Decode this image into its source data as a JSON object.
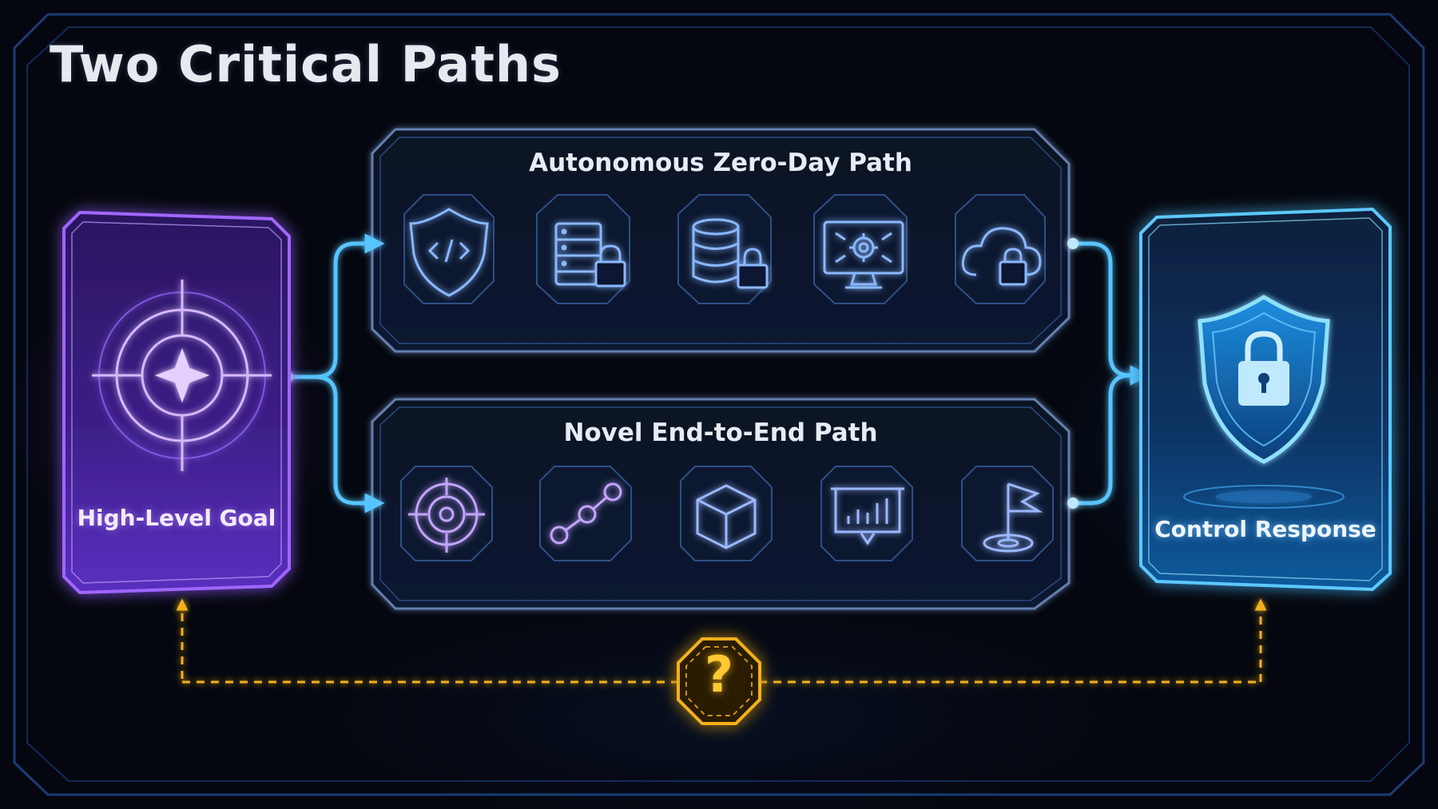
{
  "title": "Two Critical Paths",
  "start_card": {
    "label": "High-Level Goal",
    "icon": "crosshair-target-icon"
  },
  "end_card": {
    "label": "Control Response",
    "icon": "shield-lock-icon"
  },
  "paths": [
    {
      "title": "Autonomous Zero-Day Path",
      "icons": [
        "shield-code-icon",
        "server-lock-icon",
        "database-lock-icon",
        "monitor-gear-icon",
        "cloud-lock-icon"
      ]
    },
    {
      "title": "Novel End-to-End Path",
      "icons": [
        "target-icon",
        "nodes-chain-icon",
        "cube-icon",
        "presentation-chart-icon",
        "flag-goal-icon"
      ]
    }
  ],
  "gap_marker": {
    "symbol": "?",
    "icon": "question-octagon-icon"
  },
  "colors": {
    "background": "#04070f",
    "frame": "#1c3b78",
    "purple": "#a066ff",
    "blue": "#38a8ff",
    "cyan": "#5cc8ff",
    "gold": "#f2b01e"
  }
}
